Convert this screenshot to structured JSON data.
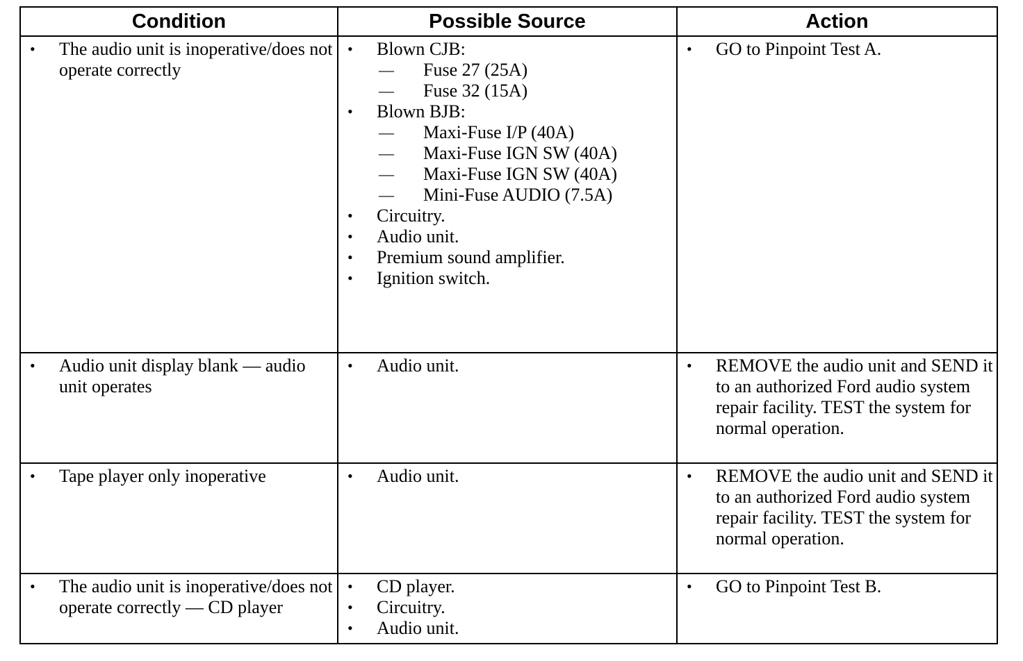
{
  "table": {
    "headers": [
      "Condition",
      "Possible Source",
      "Action"
    ],
    "rows": [
      {
        "condition": [
          "The audio unit is inoperative/does not operate correctly"
        ],
        "sources": [
          {
            "text": "Blown CJB:",
            "subs": [
              "Fuse 27 (25A)",
              "Fuse 32 (15A)"
            ]
          },
          {
            "text": "Blown BJB:",
            "subs": [
              "Maxi-Fuse I/P (40A)",
              "Maxi-Fuse IGN SW (40A)",
              "Maxi-Fuse IGN SW (40A)",
              "Mini-Fuse AUDIO (7.5A)"
            ]
          },
          {
            "text": "Circuitry.",
            "subs": []
          },
          {
            "text": "Audio unit.",
            "subs": []
          },
          {
            "text": "Premium sound amplifier.",
            "subs": []
          },
          {
            "text": "Ignition switch.",
            "subs": []
          }
        ],
        "actions": [
          "GO to Pinpoint Test A."
        ]
      },
      {
        "condition": [
          "Audio unit display blank — audio unit operates"
        ],
        "sources": [
          {
            "text": "Audio unit.",
            "subs": []
          }
        ],
        "actions": [
          "REMOVE the audio unit and SEND it to an authorized Ford audio system repair facility. TEST the system for normal operation."
        ]
      },
      {
        "condition": [
          "Tape player only inoperative"
        ],
        "sources": [
          {
            "text": "Audio unit.",
            "subs": []
          }
        ],
        "actions": [
          "REMOVE the audio unit and SEND it to an authorized Ford audio system repair facility. TEST the system for normal operation."
        ]
      },
      {
        "condition": [
          "The audio unit is inoperative/does not operate correctly — CD player"
        ],
        "sources": [
          {
            "text": "CD player.",
            "subs": []
          },
          {
            "text": "Circuitry.",
            "subs": []
          },
          {
            "text": "Audio unit.",
            "subs": []
          }
        ],
        "actions": [
          "GO to Pinpoint Test B."
        ]
      }
    ],
    "bullet_glyph": "•",
    "dash_glyph": "—"
  }
}
